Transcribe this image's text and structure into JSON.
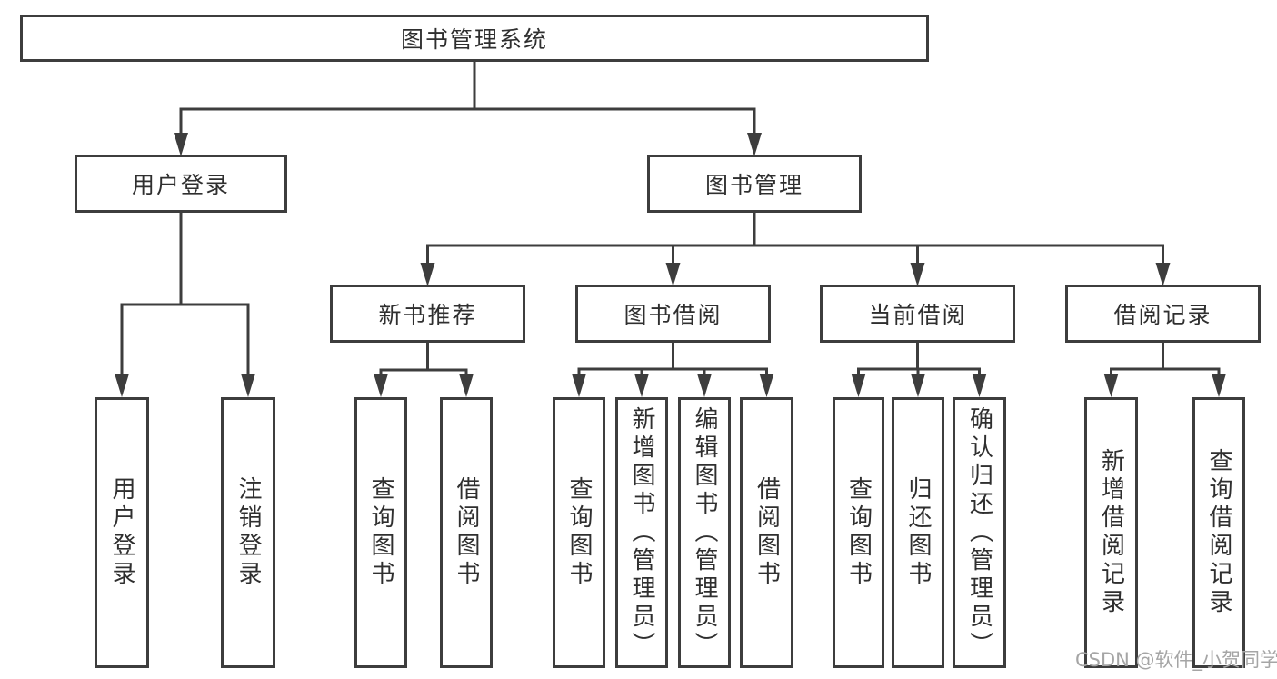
{
  "title": {
    "label": "图书管理系统"
  },
  "level2": {
    "user_login": "用户登录",
    "book_management": "图书管理"
  },
  "level3": {
    "new_book_recommend": "新书推荐",
    "book_borrow": "图书借阅",
    "current_borrow": "当前借阅",
    "borrow_record": "借阅记录"
  },
  "leaves": {
    "user_login": "用户登录",
    "logout": "注销登录",
    "recommend_query_book": "查询图书",
    "recommend_borrow_book": "借阅图书",
    "borrow_query_book": "查询图书",
    "borrow_add_book": "新增图书（管理员）",
    "borrow_edit_book": "编辑图书（管理员）",
    "borrow_borrow_book": "借阅图书",
    "current_query_book": "查询图书",
    "current_return_book": "归还图书",
    "current_confirm_return": "确认归还（管理员）",
    "record_add": "新增借阅记录",
    "record_query": "查询借阅记录"
  },
  "watermark": "CSDN @软件_小贺同学",
  "colors": {
    "line": "#3d3d3d",
    "text": "#2f2f2f",
    "watermark": "#a5a5a5",
    "background": "#ffffff"
  }
}
